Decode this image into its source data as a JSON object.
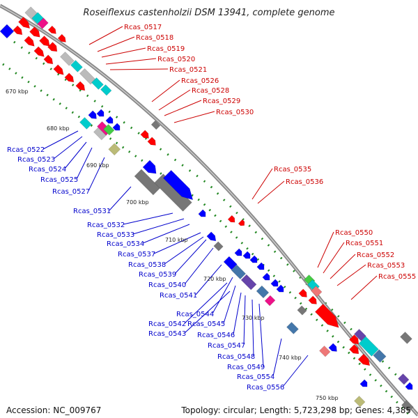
{
  "title": "Roseiflexus castenholzii DSM 13941, complete genome",
  "footer": {
    "accession": "Accession: NC_009767",
    "summary": "Topology: circular; Length: 5,723,298 bp; Genes: 4,385"
  },
  "colors": {
    "forward_label": "#cc0000",
    "reverse_label": "#0000cc",
    "tick": "#228822",
    "backbone": "#888888"
  },
  "ticks": [
    "670 kbp",
    "680 kbp",
    "690 kbp",
    "700 kbp",
    "710 kbp",
    "720 kbp",
    "730 kbp",
    "740 kbp",
    "750 kbp"
  ],
  "genes_upper": [
    "Rcas_0517",
    "Rcas_0518",
    "Rcas_0519",
    "Rcas_0520",
    "Rcas_0521",
    "Rcas_0526",
    "Rcas_0528",
    "Rcas_0529",
    "Rcas_0530",
    "Rcas_0535",
    "Rcas_0536",
    "Rcas_0550",
    "Rcas_0551",
    "Rcas_0552",
    "Rcas_0553",
    "Rcas_0555"
  ],
  "genes_lower": [
    "Rcas_0522",
    "Rcas_0523",
    "Rcas_0524",
    "Rcas_0525",
    "Rcas_0527",
    "Rcas_0531",
    "Rcas_0532",
    "Rcas_0533",
    "Rcas_0534",
    "Rcas_0537",
    "Rcas_0538",
    "Rcas_0539",
    "Rcas_0540",
    "Rcas_0541",
    "Rcas_0544",
    "Rcas_0542",
    "Rcas_0545",
    "Rcas_0543",
    "Rcas_0546",
    "Rcas_0547",
    "Rcas_0548",
    "Rcas_0549",
    "Rcas_0554",
    "Rcas_0556"
  ]
}
